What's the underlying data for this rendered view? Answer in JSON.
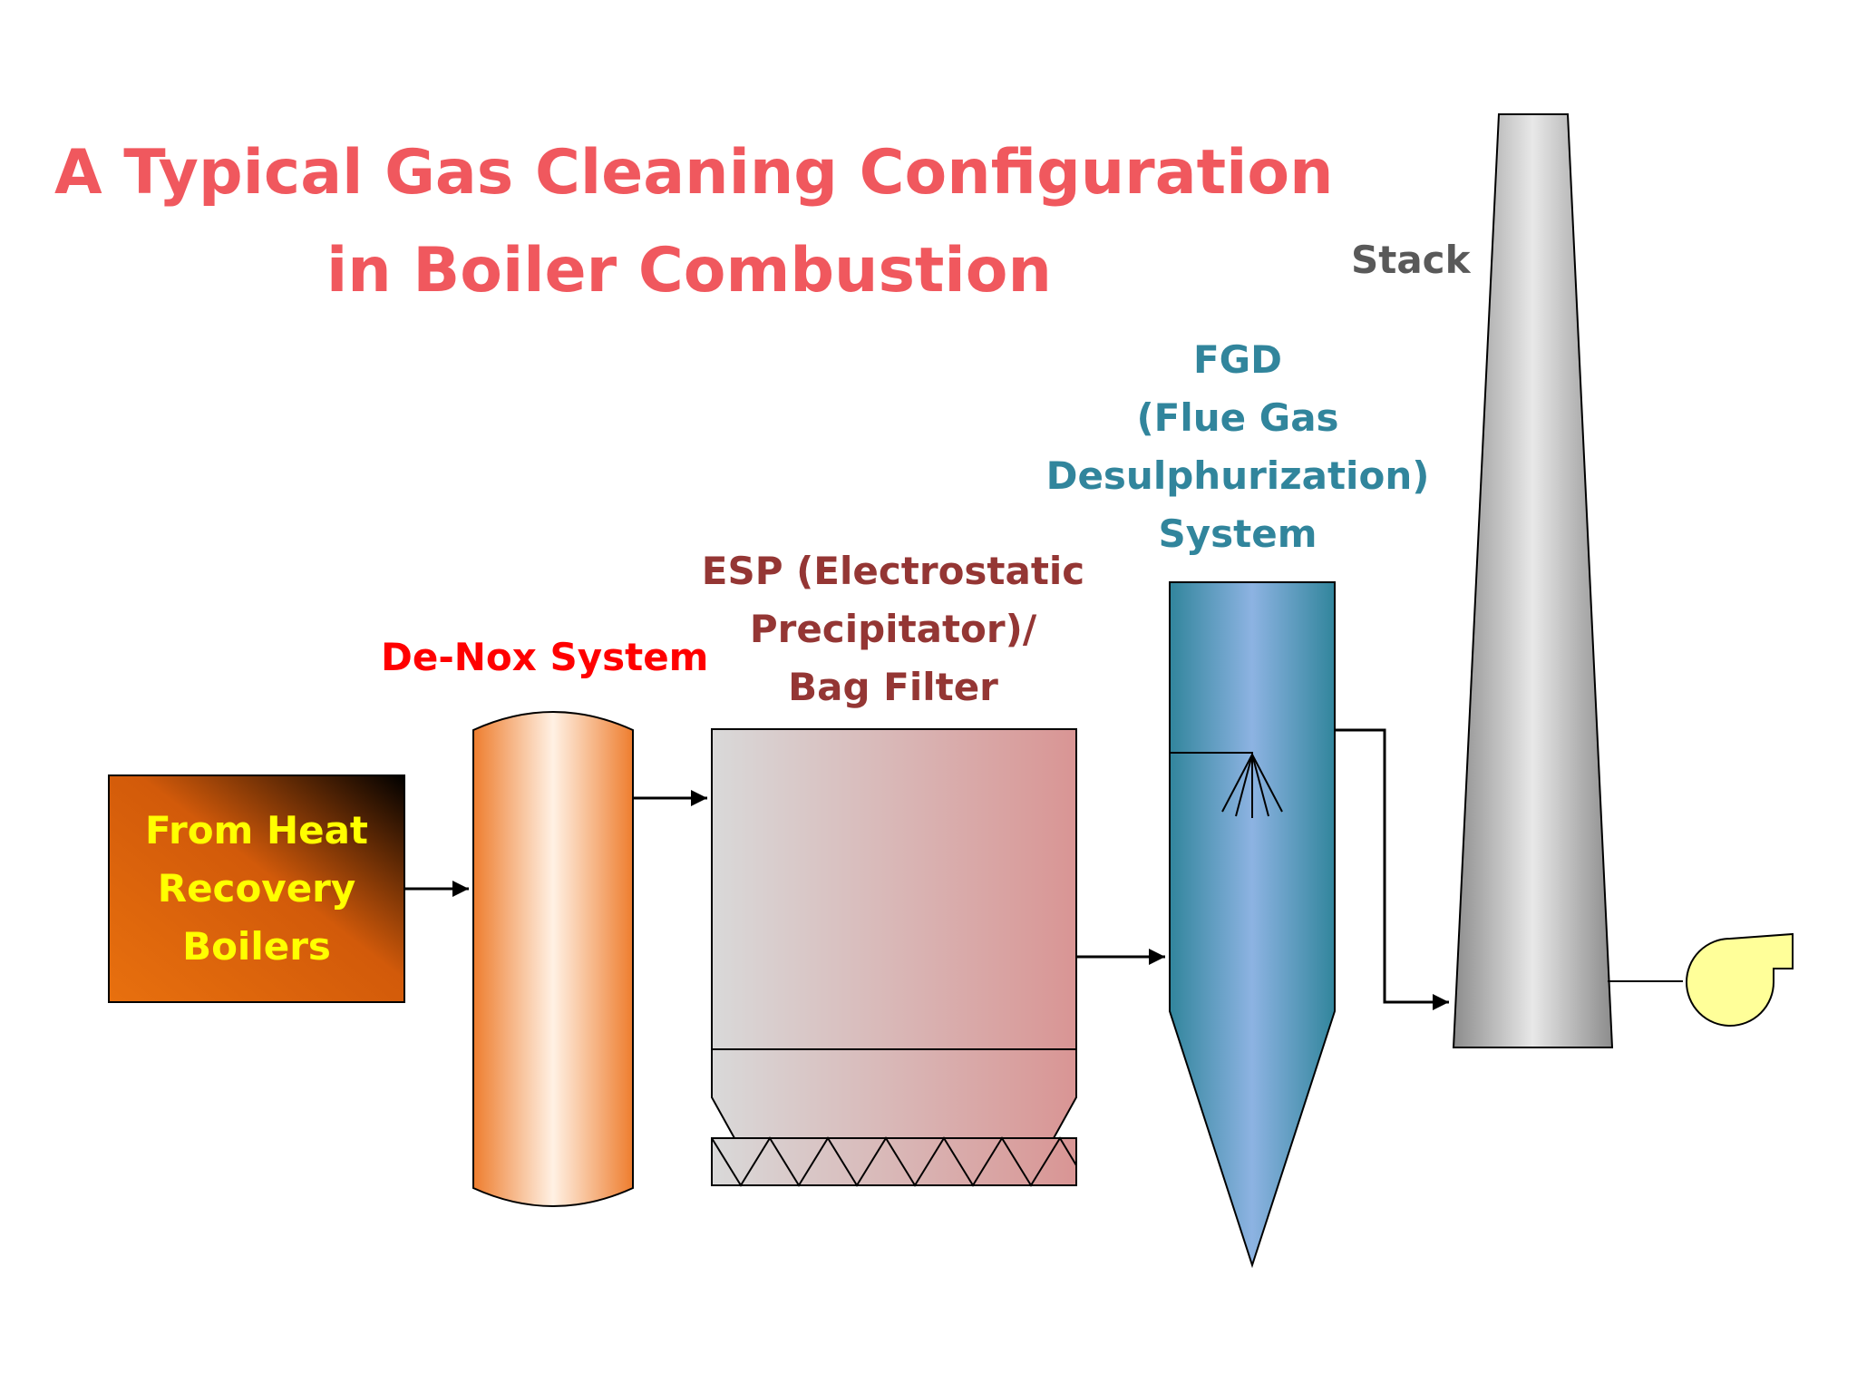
{
  "title": {
    "line1": "A Typical Gas Cleaning Configuration",
    "line2": "in Boiler Combustion"
  },
  "components": {
    "boiler": {
      "lines": [
        "From Heat",
        "Recovery",
        "Boilers"
      ]
    },
    "denox": {
      "label": "De-Nox System"
    },
    "esp": {
      "lines": [
        "ESP (Electrostatic",
        "Precipitator)/",
        "Bag Filter"
      ]
    },
    "fgd": {
      "lines": [
        "FGD",
        "(Flue Gas",
        "Desulphurization)",
        "System"
      ]
    },
    "stack": {
      "label": "Stack"
    }
  },
  "colors": {
    "title": "#f0585e",
    "boiler_text": "#ffff00",
    "denox_text": "#ff0000",
    "esp_text": "#943634",
    "fgd_text": "#31859c",
    "stack_text": "#595959",
    "denox_body": "#f08a3c",
    "fgd_body": "#8db3e2",
    "fan": "#ffff99"
  },
  "icons": {
    "fan": "centrifugal-fan-icon",
    "spray": "spray-nozzle-icon",
    "hopper": "hopper-icon"
  }
}
